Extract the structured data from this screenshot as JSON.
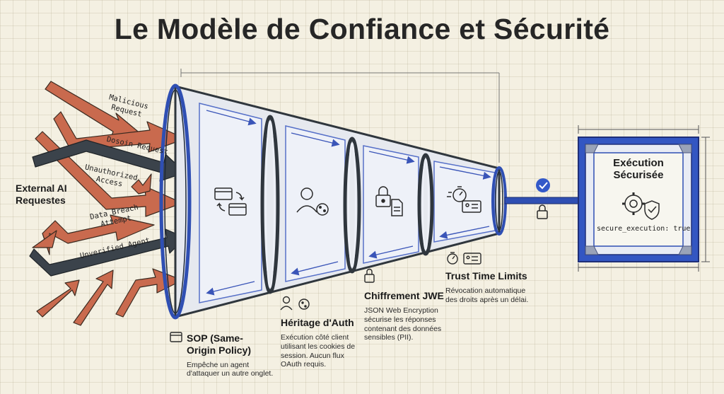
{
  "title": "Le Modèle de Confiance et Sécurité",
  "external": {
    "label": "External AI\nRequestes",
    "threats": [
      "Malicious\nRequest",
      "Dosoin Request",
      "Unauthorized\nAccess",
      "Data Breach\nAttempt",
      "Unverified Agent"
    ]
  },
  "stages": [
    {
      "title": "SOP (Same-\nOrigin Policy)",
      "desc": "Empêche un agent\nd'attaquer un autre onglet.",
      "icon": "window-swap-icon"
    },
    {
      "title": "Héritage d'Auth",
      "desc": "Exécution côté client\nutilisant les cookies de\nsession. Aucun flux\nOAuth requis.",
      "icon": "user-cookie-icon"
    },
    {
      "title": "Chiffrement JWE",
      "desc": "JSON Web Encryption\nsécurise les réponses\ncontenant des données\nsensibles (PII).",
      "icon": "lock-document-icon"
    },
    {
      "title": "Trust Time Limits",
      "desc": "Révocation automatique\ndes droits après un délai.",
      "icon": "timer-badge-icon"
    }
  ],
  "execution": {
    "title": "Exécution\nSécurisée",
    "code": "secure_execution: true",
    "icon": "gear-shield-icon"
  },
  "colors": {
    "blue": "#2f4fb3",
    "orange": "#c96a4e",
    "dark": "#3b434b"
  }
}
